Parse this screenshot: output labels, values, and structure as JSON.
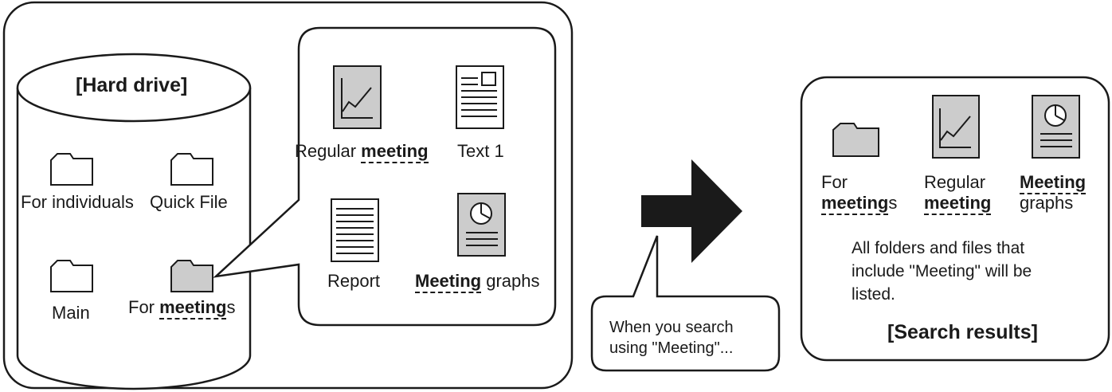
{
  "hard_drive": {
    "title": "[Hard drive]",
    "folders": {
      "individuals": "For individuals",
      "quick_file": "Quick File",
      "main": "Main",
      "meetings_prefix": "For ",
      "meetings_keyword": "meeting",
      "meetings_suffix": "s"
    },
    "contents": {
      "regular_prefix": "Regular ",
      "regular_keyword": "meeting",
      "text1": "Text 1",
      "report": "Report",
      "graphs_keyword": "Meeting",
      "graphs_suffix": " graphs"
    }
  },
  "callout": {
    "line1": "When you search",
    "line2": "using \"Meeting\"..."
  },
  "results": {
    "item1_line1": "For",
    "item1_keyword": "meeting",
    "item1_suffix": "s",
    "item2_line1": "Regular",
    "item2_keyword": "meeting",
    "item3_keyword": "Meeting",
    "item3_line2": "graphs",
    "desc_line1": "All folders and files that",
    "desc_line2": "include \"Meeting\" will be",
    "desc_line3": "listed.",
    "title": "[Search results]"
  },
  "colors": {
    "stroke": "#1a1a1a",
    "gray_fill": "#cccccc"
  }
}
